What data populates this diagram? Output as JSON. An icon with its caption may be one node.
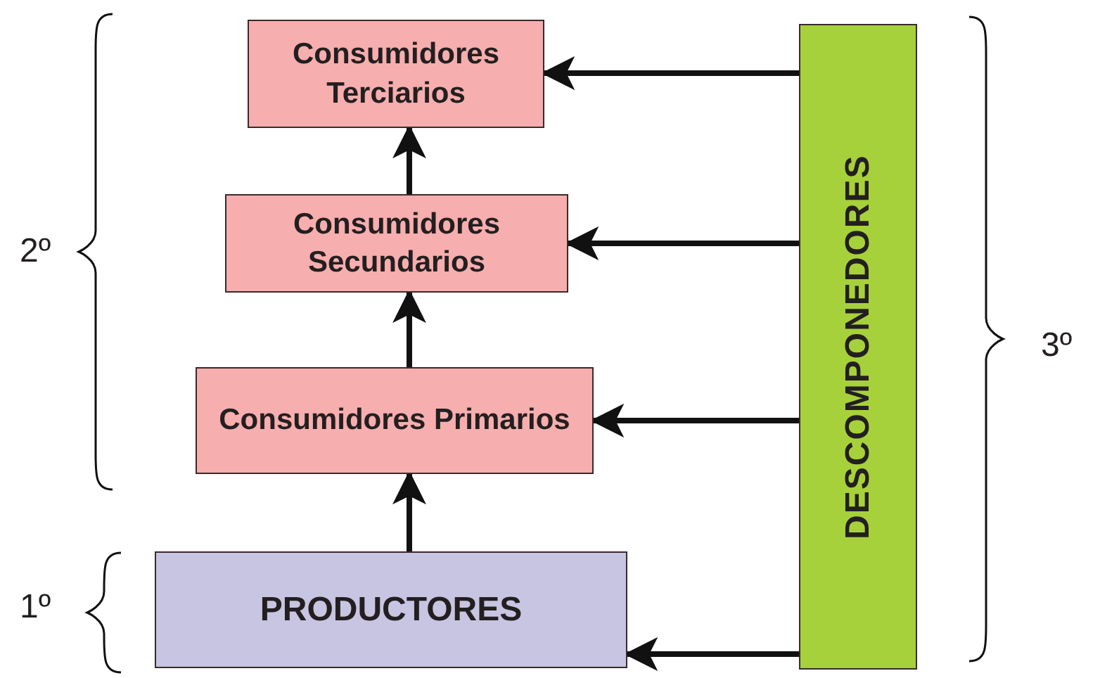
{
  "diagram": {
    "nodes": [
      {
        "text": [
          "Consumidores Terciarios"
        ]
      },
      {
        "text": [
          "Consumidores Secundarios"
        ]
      },
      {
        "text": [
          "Consumidores Primarios"
        ]
      },
      {
        "text": [
          "PRODUCTORES"
        ]
      },
      {
        "text": [
          "DESCOMPONEDORES"
        ]
      }
    ],
    "edges": [
      {
        "from": 3,
        "to": 2,
        "arrow": "to"
      },
      {
        "from": 2,
        "to": 1,
        "arrow": "to"
      },
      {
        "from": 1,
        "to": 0,
        "arrow": "to"
      },
      {
        "from": 4,
        "to": 0,
        "arrow": "to"
      },
      {
        "from": 4,
        "to": 1,
        "arrow": "to"
      },
      {
        "from": 4,
        "to": 2,
        "arrow": "to"
      },
      {
        "from": 4,
        "to": 3,
        "arrow": "to"
      }
    ],
    "labels": [
      "2º",
      "1º",
      "3º"
    ]
  }
}
